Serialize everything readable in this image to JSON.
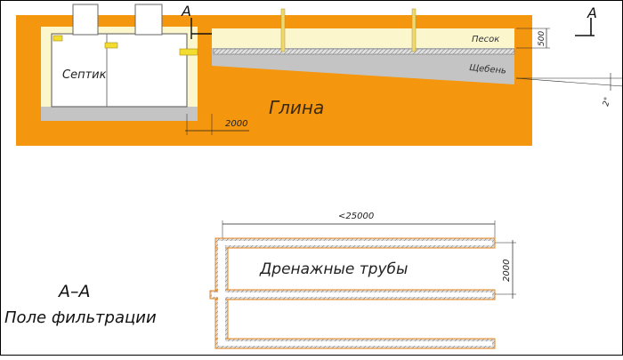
{
  "section_label": "А",
  "labels": {
    "septic": "Септик",
    "clay": "Глина",
    "sand": "Песок",
    "gravel": "Щебень",
    "drain_pipes": "Дренажные трубы",
    "section_title": "А–А",
    "field_title": "Поле фильтрации"
  },
  "dimensions": {
    "layer_depth": "500",
    "distance_septic": "2000",
    "slope": "2°",
    "length": "<25000",
    "spacing": "2000"
  },
  "colors": {
    "clay": "#f5960f",
    "sand": "#fbf6cc",
    "gravel": "#c4c4c4",
    "septic_fill": "#ffffff",
    "pipe_fill": "#ffffff",
    "pipe_outline": "#e8861a",
    "stake": "#f0d870"
  }
}
